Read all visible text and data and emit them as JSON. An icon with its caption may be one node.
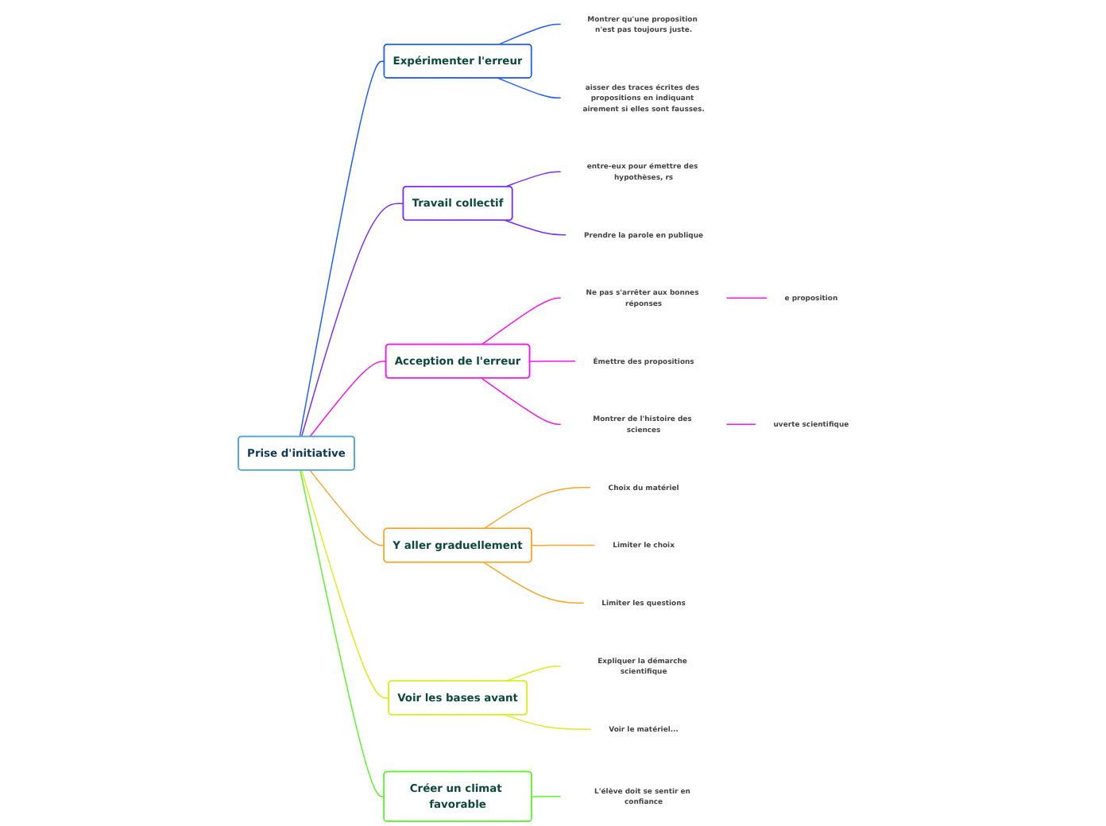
{
  "diagram": {
    "nodes": [
      {
        "text": [
          "Prise d'initiative"
        ]
      },
      {
        "text": [
          "Expérimenter l'erreur"
        ]
      },
      {
        "text": [
          "Montrer qu'une proposition n'est pas toujours juste."
        ]
      },
      {
        "text": [
          "aisser des traces écrites des propositions en indiquant airement si elles sont fausses."
        ]
      },
      {
        "text": [
          "Travail collectif"
        ]
      },
      {
        "text": [
          "entre-eux pour émettre des hypothèses, rs"
        ]
      },
      {
        "text": [
          "Prendre la parole en publique"
        ]
      },
      {
        "text": [
          "Acception de l'erreur"
        ]
      },
      {
        "text": [
          "Ne pas s'arrêter aux bonnes réponses"
        ]
      },
      {
        "text": [
          "e proposition"
        ]
      },
      {
        "text": [
          "Émettre des propositions"
        ]
      },
      {
        "text": [
          "Montrer de l'histoire des sciences"
        ]
      },
      {
        "text": [
          "uverte scientifique"
        ]
      },
      {
        "text": [
          "Y aller graduellement"
        ]
      },
      {
        "text": [
          "Choix du matériel"
        ]
      },
      {
        "text": [
          "Limiter le choix"
        ]
      },
      {
        "text": [
          "Limiter les questions"
        ]
      },
      {
        "text": [
          "Voir les bases avant"
        ]
      },
      {
        "text": [
          "Expliquer la démarche scientifique"
        ]
      },
      {
        "text": [
          "Voir le matériel..."
        ]
      },
      {
        "text": [
          "Créer un climat favorable"
        ]
      },
      {
        "text": [
          "L'élève doit se sentir en confiance"
        ]
      }
    ],
    "edges": [
      {
        "from": 0,
        "to": 1,
        "arrow": "none",
        "color": "#1f5fff"
      },
      {
        "from": 1,
        "to": 2,
        "arrow": "none",
        "color": "#1f5fff"
      },
      {
        "from": 1,
        "to": 3,
        "arrow": "none",
        "color": "#1f5fff"
      },
      {
        "from": 0,
        "to": 4,
        "arrow": "none",
        "color": "#7a2cff"
      },
      {
        "from": 4,
        "to": 5,
        "arrow": "none",
        "color": "#7a2cff"
      },
      {
        "from": 4,
        "to": 6,
        "arrow": "none",
        "color": "#7a2cff"
      },
      {
        "from": 0,
        "to": 7,
        "arrow": "none",
        "color": "#ff10f0"
      },
      {
        "from": 7,
        "to": 8,
        "arrow": "none",
        "color": "#ff10f0"
      },
      {
        "from": 8,
        "to": 9,
        "arrow": "none",
        "color": "#ff10f0"
      },
      {
        "from": 7,
        "to": 10,
        "arrow": "none",
        "color": "#ff10f0"
      },
      {
        "from": 7,
        "to": 11,
        "arrow": "none",
        "color": "#ff10f0"
      },
      {
        "from": 11,
        "to": 12,
        "arrow": "none",
        "color": "#ff10f0"
      },
      {
        "from": 0,
        "to": 13,
        "arrow": "none",
        "color": "#ffa526"
      },
      {
        "from": 13,
        "to": 14,
        "arrow": "none",
        "color": "#ffa526"
      },
      {
        "from": 13,
        "to": 15,
        "arrow": "none",
        "color": "#ffa526"
      },
      {
        "from": 13,
        "to": 16,
        "arrow": "none",
        "color": "#ffa526"
      },
      {
        "from": 0,
        "to": 17,
        "arrow": "none",
        "color": "#d4f21a"
      },
      {
        "from": 17,
        "to": 18,
        "arrow": "none",
        "color": "#d4f21a"
      },
      {
        "from": 17,
        "to": 19,
        "arrow": "none",
        "color": "#d4f21a"
      },
      {
        "from": 0,
        "to": 20,
        "arrow": "none",
        "color": "#5cf52a"
      },
      {
        "from": 20,
        "to": 21,
        "arrow": "none",
        "color": "#5cf52a"
      }
    ]
  }
}
